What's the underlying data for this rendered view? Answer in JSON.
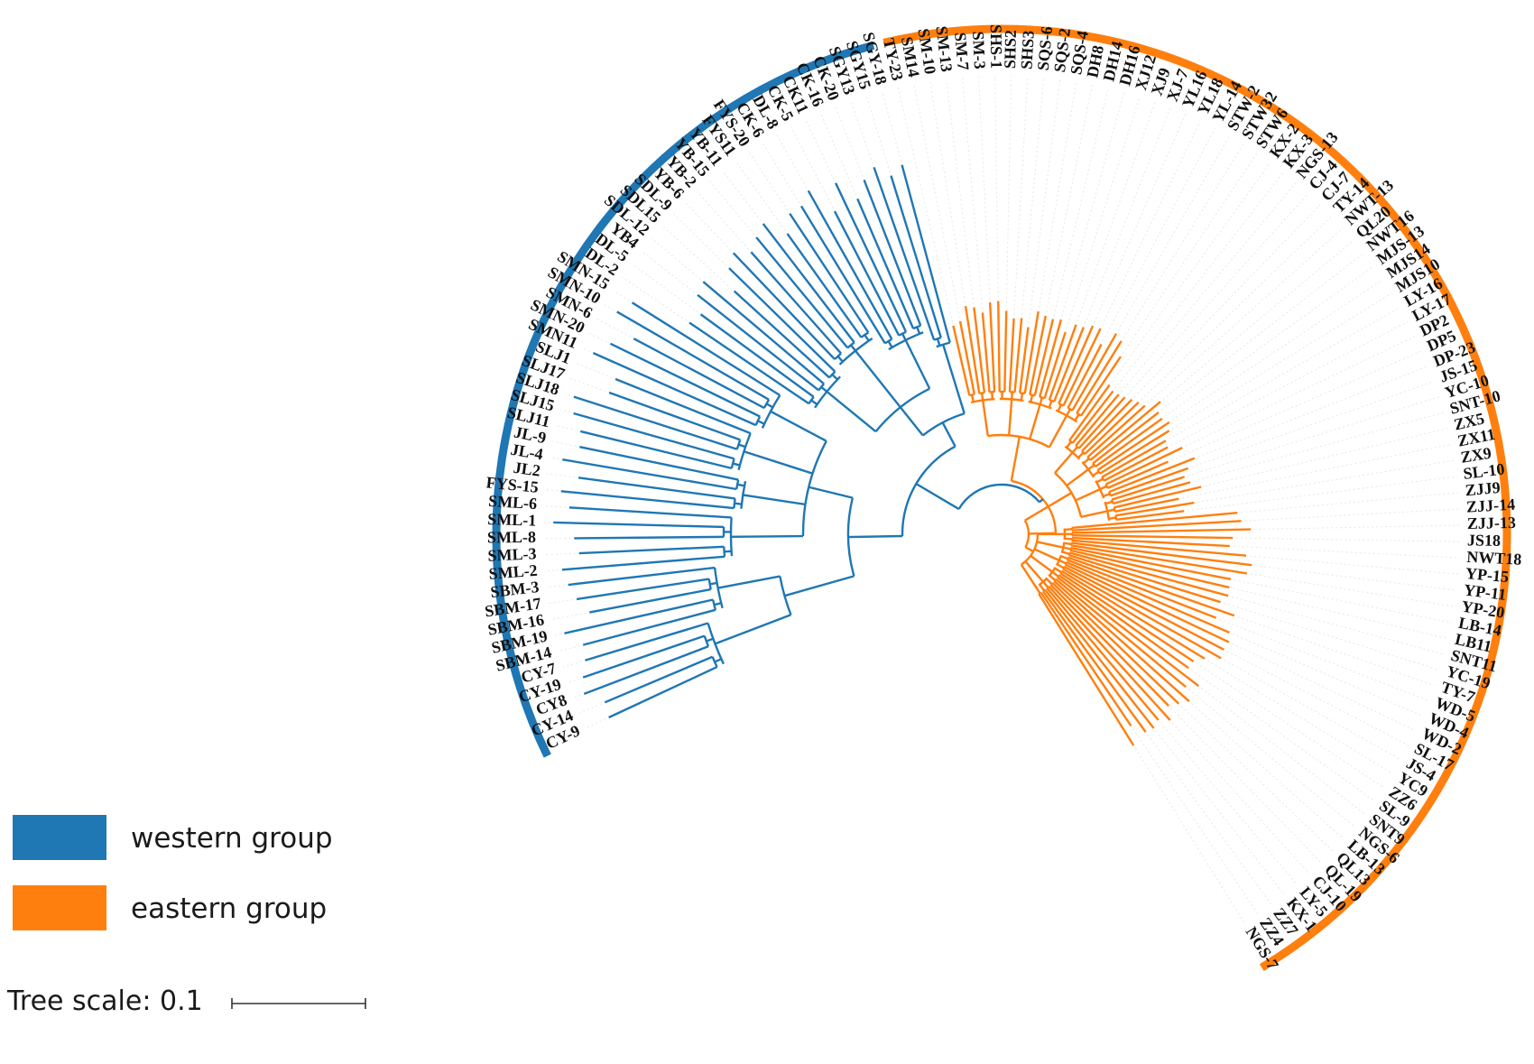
{
  "colors": {
    "western": "#1f77b4",
    "eastern": "#ff7f0e",
    "guide": "#e6e6e6",
    "text": "#111111"
  },
  "legend": {
    "western_label": "western group",
    "eastern_label": "eastern group"
  },
  "scale": {
    "label": "Tree scale: 0.1",
    "value": 0.1
  },
  "western_clades": [
    [
      "CY-9",
      "CY-14",
      "CY8",
      "CY-19",
      "CY-7"
    ],
    [
      "SBM-14",
      "SBM-19",
      "SBM-16",
      "SBM-17",
      "SBM-3"
    ],
    [
      "SML-2",
      "SML-3",
      "SML-8",
      "SML-1",
      "SML-6"
    ],
    [
      "FYS-15",
      "JL2",
      "JL-4",
      "JL-9"
    ],
    [
      "SLJ11",
      "SLJ15",
      "SLJ18",
      "SLJ17",
      "SLJ1"
    ],
    [
      "SMN11",
      "SMN-20",
      "SMN-6",
      "SMN-10",
      "SMN-15"
    ],
    [
      "DL-2",
      "DL-5",
      "YB4",
      "SDL-12",
      "SDL15",
      "SDL-9"
    ],
    [
      "YB-6",
      "YB-2",
      "YB-15",
      "YB-11",
      "FYS11",
      "FYS-20"
    ],
    [
      "CK-6",
      "DL-8",
      "CK-5",
      "CK11",
      "CK-16",
      "CK-20"
    ],
    [
      "SGY13",
      "SGY15",
      "SGY-18"
    ]
  ],
  "eastern_clades": [
    [
      "TY-23",
      "SM14",
      "SM-10",
      "SM-13",
      "SM-7",
      "SM-3"
    ],
    [
      "SHS-1",
      "SHS2",
      "SHS3",
      "SQS-6",
      "SQS-2",
      "SQS-4"
    ],
    [
      "DH8",
      "DH14",
      "DH16",
      "XJ12",
      "XJ9",
      "XJ-7"
    ],
    [
      "YL16",
      "YL18",
      "YL-14",
      "STW-2",
      "STW32",
      "STW6"
    ],
    [
      "KX-2",
      "KX-3",
      "NGS-13",
      "CJ-4",
      "CJ-7",
      "TY-14"
    ],
    [
      "NWT-13",
      "QL20",
      "NWT16",
      "MJS-13",
      "MJS14",
      "MJS10"
    ],
    [
      "LY-16",
      "LY-17",
      "DP2",
      "DP5",
      "DP-23",
      "JS-15"
    ],
    [
      "YC-10",
      "SNT-10",
      "ZX5",
      "ZX11",
      "ZX9",
      "SL-10"
    ],
    [
      "ZJJ9",
      "ZJJ-14",
      "ZJJ-13",
      "JS18",
      "NWT18",
      "YP-15"
    ],
    [
      "YP-11",
      "YP-20",
      "LB-14",
      "LB11",
      "SNT11",
      "YC-19"
    ],
    [
      "TY-7",
      "WD-5",
      "WD-4",
      "WD-2",
      "SL-17",
      "JS-4"
    ],
    [
      "YC9",
      "ZZ6",
      "SL-9",
      "SNT9",
      "NGS-6",
      "LB-13"
    ],
    [
      "QL13",
      "QL-19",
      "CJ-10",
      "LY-5",
      "KX-1",
      "ZZ7"
    ],
    [
      "ZZ4",
      "NGS-7"
    ]
  ]
}
